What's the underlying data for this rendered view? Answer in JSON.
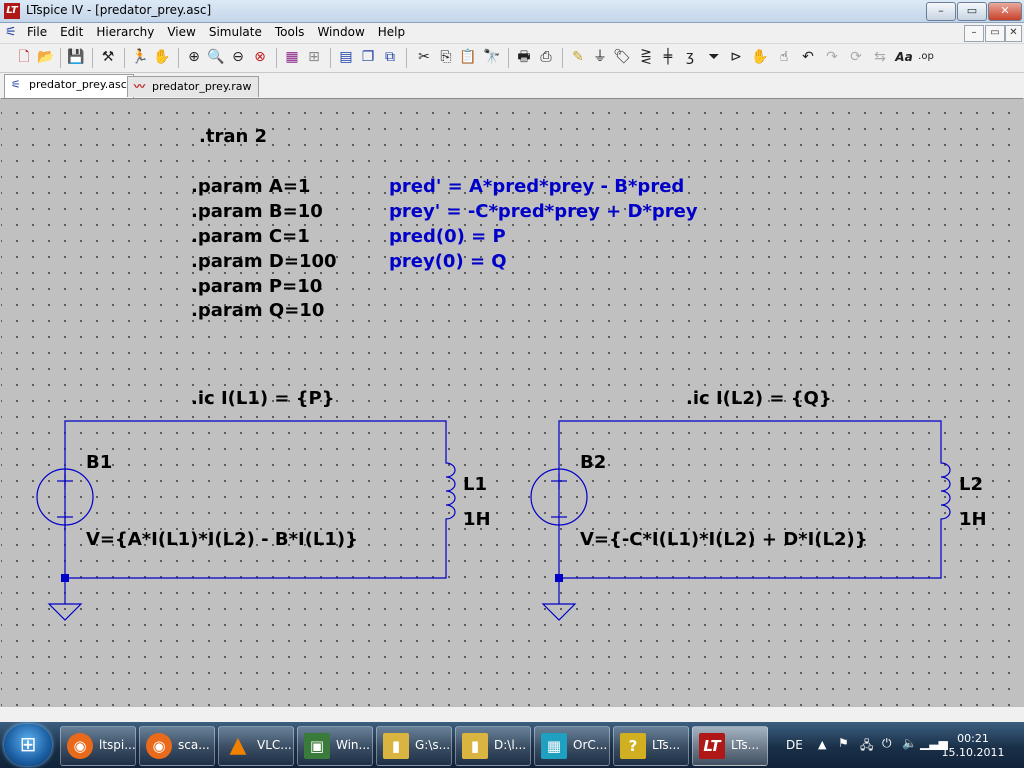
{
  "window": {
    "title": "LTspice IV - [predator_prey.asc]",
    "minimize": "–",
    "restore": "▭",
    "close": "✕"
  },
  "menu": {
    "items": [
      "File",
      "Edit",
      "Hierarchy",
      "View",
      "Simulate",
      "Tools",
      "Window",
      "Help"
    ],
    "mdi": [
      "–",
      "▭",
      "✕"
    ]
  },
  "toolbar": {
    "icons": [
      "new-schematic-icon",
      "open-icon",
      "save-icon",
      "control-panel-icon",
      "run-icon",
      "halt-icon",
      "zoom-in-icon",
      "zoom-pan-icon",
      "zoom-out-icon",
      "zoom-fit-icon",
      "autorange-icon",
      "grid-icon",
      "tile-icon",
      "cascade-icon",
      "close-windows-icon",
      "cut-icon",
      "copy-icon",
      "paste-icon",
      "find-icon",
      "print-setup-icon",
      "print-icon",
      "wire-icon",
      "ground-icon",
      "label-icon",
      "resistor-icon",
      "capacitor-icon",
      "inductor-icon",
      "diode-icon",
      "component-icon",
      "move-icon",
      "drag-icon",
      "undo-icon",
      "redo-icon",
      "rotate-icon",
      "mirror-icon",
      "text-icon",
      "spice-directive-icon"
    ]
  },
  "tabs": [
    {
      "label": "predator_prey.asc",
      "icon": "schematic-icon",
      "active": true
    },
    {
      "label": "predator_prey.raw",
      "icon": "waveform-icon",
      "active": false
    }
  ],
  "schematic": {
    "tran": ".tran 2",
    "params": [
      ".param A=1",
      ".param B=10",
      ".param C=1",
      ".param D=100",
      ".param P=10",
      ".param Q=10"
    ],
    "comments": [
      "pred' = A*pred*prey - B*pred",
      "prey' = -C*pred*prey + D*prey",
      "pred(0) = P",
      "prey(0) = Q"
    ],
    "ic1": ".ic I(L1) = {P}",
    "ic2": ".ic I(L2) = {Q}",
    "b1": {
      "name": "B1",
      "value": "V={A*I(L1)*I(L2) - B*I(L1)}"
    },
    "b2": {
      "name": "B2",
      "value": "V={-C*I(L1)*I(L2) + D*I(L2)}"
    },
    "l1": {
      "name": "L1",
      "value": "1H"
    },
    "l2": {
      "name": "L2",
      "value": "1H"
    },
    "colors": {
      "wire": "#0000c8",
      "comment": "#0000c8",
      "dots": "#4a4a4a",
      "background": "#c0c0c0"
    }
  },
  "taskbar": {
    "items": [
      {
        "label": "ltspi...",
        "icon": "firefox-icon",
        "color": "#e86a1a"
      },
      {
        "label": "sca...",
        "icon": "firefox-icon",
        "color": "#e86a1a"
      },
      {
        "label": "VLC...",
        "icon": "vlc-icon",
        "color": "#f08000"
      },
      {
        "label": "Win...",
        "icon": "monitor-icon",
        "color": "#3a7a3a"
      },
      {
        "label": "G:\\s...",
        "icon": "folder-icon",
        "color": "#d9b440"
      },
      {
        "label": "D:\\l...",
        "icon": "folder-icon",
        "color": "#d9b440"
      },
      {
        "label": "OrC...",
        "icon": "chip-icon",
        "color": "#20a0c0"
      },
      {
        "label": "LTs...",
        "icon": "help-icon",
        "color": "#d0b020"
      },
      {
        "label": "LTs...",
        "icon": "ltspice-icon",
        "color": "#b01818"
      }
    ],
    "language": "DE",
    "time": "00:21",
    "date": "15.10.2011"
  }
}
